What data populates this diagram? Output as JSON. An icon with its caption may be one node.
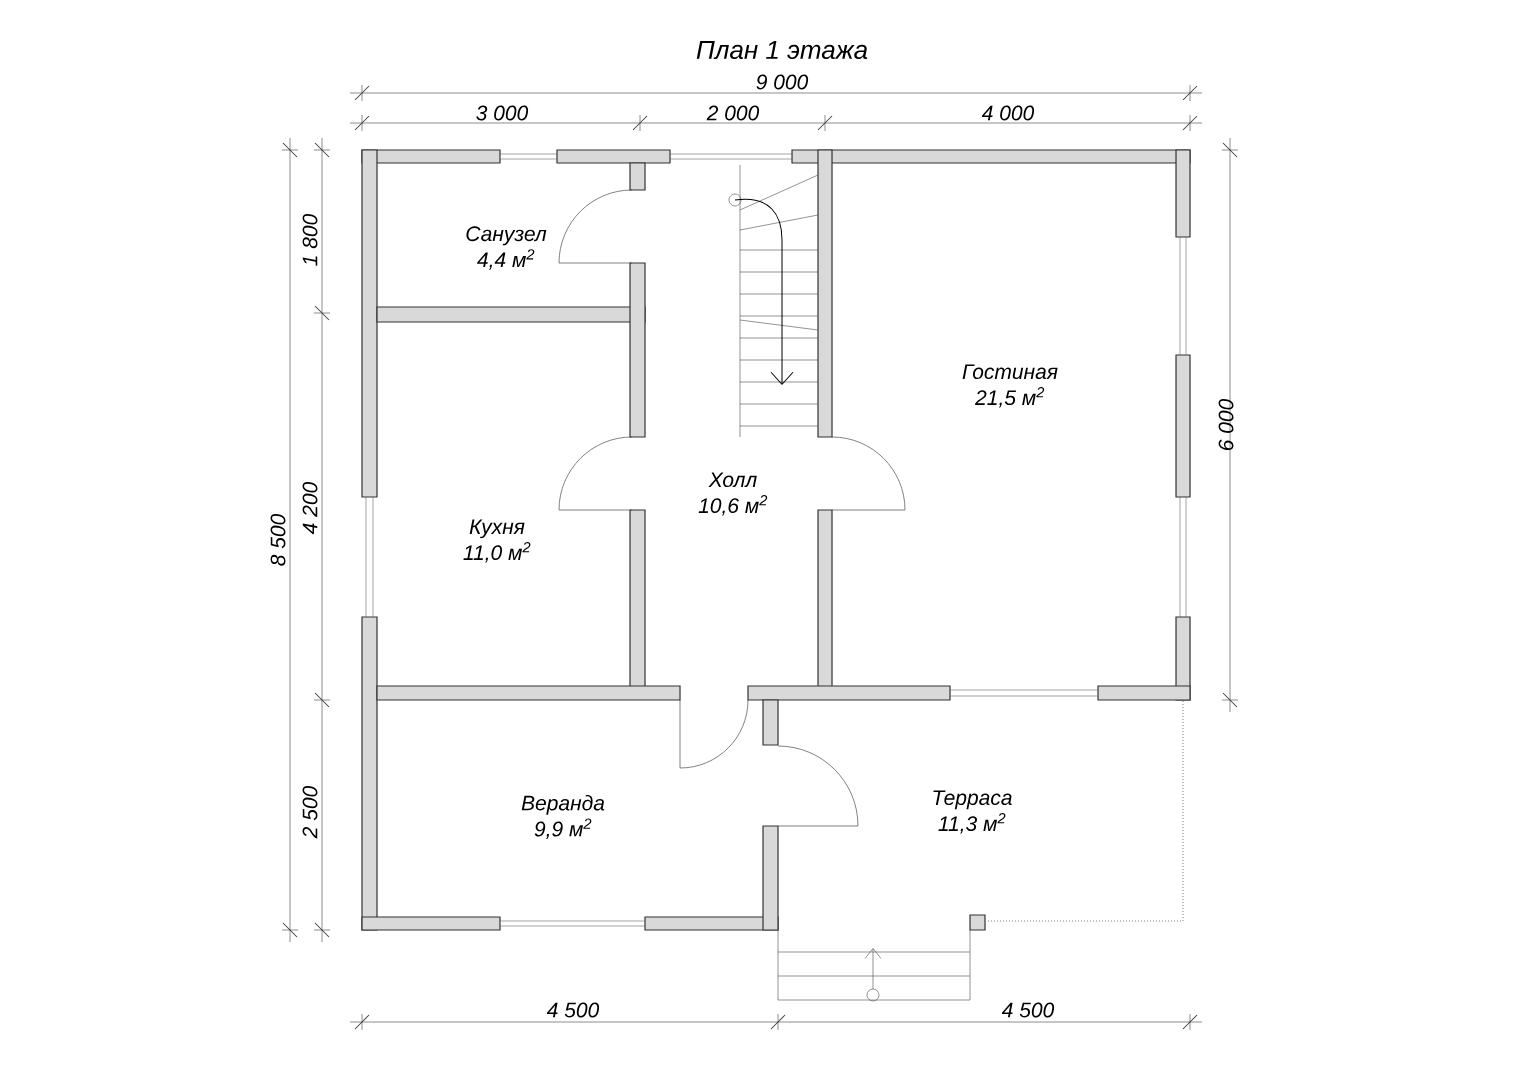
{
  "diagram": {
    "title": "План 1 этажа",
    "nodes": [
      {
        "text": [
          "Санузел",
          "4,4 м$^{2}$"
        ]
      },
      {
        "text": [
          "Гостиная",
          "21,5 м$^{2}$"
        ]
      },
      {
        "text": [
          "Холл",
          "10,6 м$^{2}$"
        ]
      },
      {
        "text": [
          "Кухня",
          "11,0 м$^{2}$"
        ]
      },
      {
        "text": [
          "Веранда",
          "9,9 м$^{2}$"
        ]
      },
      {
        "text": [
          "Терраса",
          "11,3 м$^{2}$"
        ]
      }
    ],
    "labels": [
      "9 000",
      "3 000",
      "2 000",
      "4 000",
      "1 800",
      "6 000",
      "4 200",
      "8 500",
      "2 500",
      "4 500",
      "4 500"
    ]
  }
}
